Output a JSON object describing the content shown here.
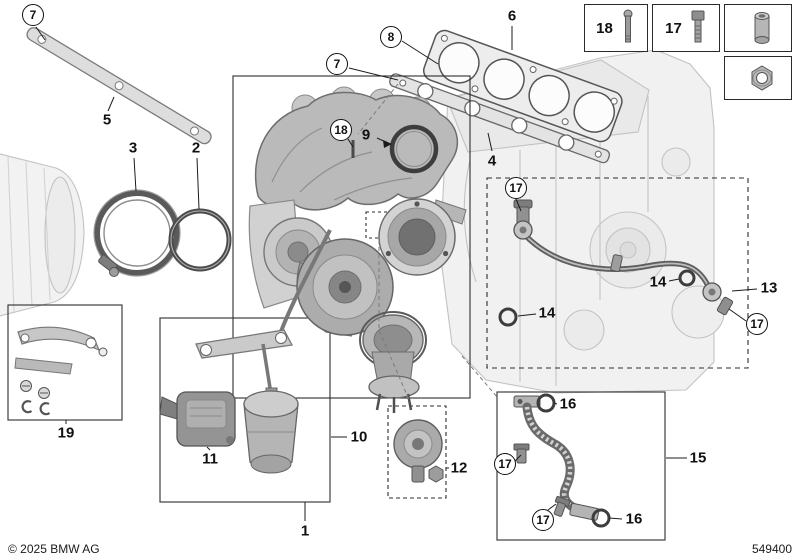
{
  "meta": {
    "copyright": "© 2025 BMW AG",
    "diagram_number": "549400"
  },
  "legend": {
    "boxes": [
      {
        "label": "18",
        "icon": "stud-icon"
      },
      {
        "label": "17",
        "icon": "hollow-bolt-icon"
      },
      {
        "label": "",
        "icon": "spacer-sleeve-icon"
      },
      {
        "label": "",
        "icon": "hex-nut-icon"
      }
    ]
  },
  "callouts": [
    {
      "label": "7",
      "circled": true
    },
    {
      "label": "5",
      "circled": false
    },
    {
      "label": "3",
      "circled": false
    },
    {
      "label": "2",
      "circled": false
    },
    {
      "label": "7",
      "circled": true
    },
    {
      "label": "8",
      "circled": true
    },
    {
      "label": "18",
      "circled": true
    },
    {
      "label": "9",
      "circled": false
    },
    {
      "label": "6",
      "circled": false
    },
    {
      "label": "4",
      "circled": false
    },
    {
      "label": "17",
      "circled": true
    },
    {
      "label": "14",
      "circled": false
    },
    {
      "label": "14",
      "circled": false
    },
    {
      "label": "13",
      "circled": false
    },
    {
      "label": "17",
      "circled": true
    },
    {
      "label": "19",
      "circled": false
    },
    {
      "label": "10",
      "circled": false
    },
    {
      "label": "11",
      "circled": false
    },
    {
      "label": "12",
      "circled": false
    },
    {
      "label": "16",
      "circled": false
    },
    {
      "label": "17",
      "circled": true
    },
    {
      "label": "15",
      "circled": false
    },
    {
      "label": "16",
      "circled": false
    },
    {
      "label": "17",
      "circled": true
    },
    {
      "label": "1",
      "circled": false
    }
  ]
}
